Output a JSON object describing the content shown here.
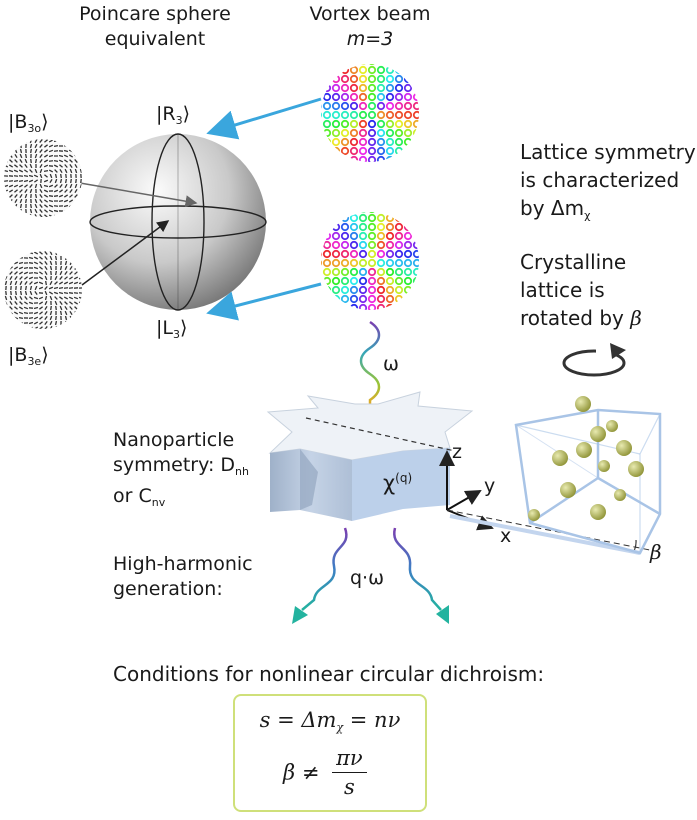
{
  "header": {
    "sphere_title_line1": "Poincare sphere",
    "sphere_title_line2": "equivalent",
    "vortex_title_line1": "Vortex beam",
    "vortex_title_line2": "m=3"
  },
  "states": {
    "B3o": {
      "prefix": "|B",
      "sub": "3o",
      "suffix": "⟩"
    },
    "B3e": {
      "prefix": "|B",
      "sub": "3e",
      "suffix": "⟩"
    },
    "R3": {
      "prefix": "|R",
      "sub": "3",
      "suffix": "⟩"
    },
    "L3": {
      "prefix": "|L",
      "sub": "3",
      "suffix": "⟩"
    }
  },
  "right_text": {
    "lattice_line1": "Lattice symmetry",
    "lattice_line2": "is characterized",
    "lattice_line3_prefix": "by Δm",
    "lattice_line3_sub": "χ",
    "crystal_line1": "Crystalline",
    "crystal_line2": "lattice is",
    "crystal_line3_prefix": "rotated by ",
    "crystal_line3_beta": "β"
  },
  "nanoparticle": {
    "line1": "Nanoparticle",
    "line2_prefix": "symmetry: D",
    "line2_sub": "nh",
    "line3_prefix": "or C",
    "line3_sub": "nv",
    "chi": "χ",
    "chi_sup": "(q)"
  },
  "beam": {
    "omega": "ω",
    "q_omega": "q·ω"
  },
  "axes": {
    "x": "x",
    "y": "y",
    "z": "z",
    "beta": "β"
  },
  "hhg": {
    "line1": "High-harmonic",
    "line2": "generation:"
  },
  "conditions": {
    "title": "Conditions for nonlinear circular dichroism:",
    "eq1": "s = Δm",
    "eq1_sub": "χ",
    "eq1_rest": " = nν",
    "eq2_lhs": "β ≠",
    "eq2_num": "πν",
    "eq2_den": "s"
  },
  "colors": {
    "arrow_blue": "#3aa6dd",
    "box_border": "#cfe07a",
    "lattice_edge": "#a9c4e6",
    "atom": "#b9bd5a"
  }
}
